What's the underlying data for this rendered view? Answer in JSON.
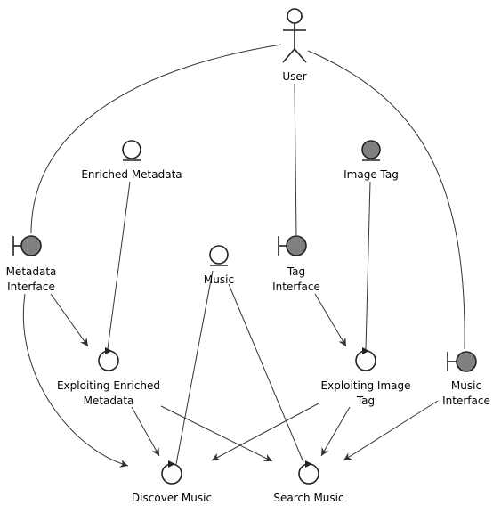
{
  "colors": {
    "light_fill": "#fefefe",
    "dark_fill": "#808080",
    "stroke": "#222222",
    "line": "#333333"
  },
  "actor": {
    "name": "User",
    "icon": "stick-figure-actor-icon"
  },
  "boundaries": {
    "metadata": {
      "line1": "Metadata",
      "line2": "Interface",
      "icon": "boundary-icon"
    },
    "tag": {
      "line1": "Tag",
      "line2": "Interface",
      "icon": "boundary-icon"
    },
    "music": {
      "line1": "Music",
      "line2": "Interface",
      "icon": "boundary-icon"
    }
  },
  "entities": {
    "enriched_metadata": {
      "label": "Enriched Metadata",
      "icon": "entity-icon"
    },
    "image_tag": {
      "label": "Image Tag",
      "icon": "entity-icon"
    },
    "music": {
      "label": "Music",
      "icon": "entity-icon"
    }
  },
  "controls": {
    "exploiting_enriched": {
      "line1": "Exploiting Enriched",
      "line2": "Metadata",
      "icon": "control-icon"
    },
    "exploiting_image": {
      "line1": "Exploiting Image",
      "line2": "Tag",
      "icon": "control-icon"
    },
    "discover_music": {
      "label": "Discover Music",
      "icon": "control-icon"
    },
    "search_music": {
      "label": "Search Music",
      "icon": "control-icon"
    }
  }
}
